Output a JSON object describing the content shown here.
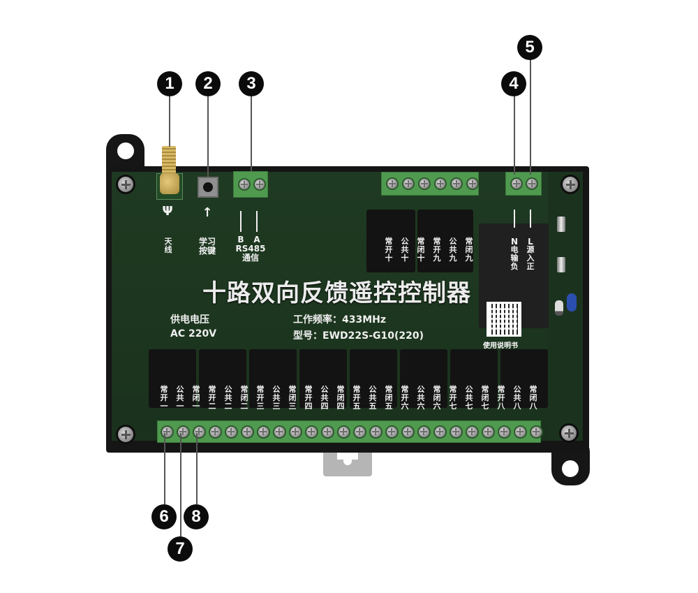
{
  "product": {
    "title": "十路双向反馈遥控控制器",
    "supply_label": "供电电压",
    "supply_value": "AC 220V",
    "frequency": "工作频率：433MHz",
    "model": "型号：EWD22S-G10(220)",
    "qr_label": "使用说明书"
  },
  "top_labels": {
    "antenna": "天线",
    "learn_key": "学习按键",
    "rs485_b": "B",
    "rs485_a": "A",
    "rs485": "RS485",
    "rs485_comm": "通信",
    "power_n": "N",
    "power_l": "L",
    "power_n_text": "电输负",
    "power_l_text": "源入正"
  },
  "top_relay_labels": [
    "常开十",
    "公共十",
    "常闭十",
    "常开九",
    "公共九",
    "常闭九"
  ],
  "bottom_relay_labels": [
    "常开一",
    "公共一",
    "常闭一",
    "常开二",
    "公共二",
    "常闭二",
    "常开三",
    "公共三",
    "常闭三",
    "常开四",
    "公共四",
    "常闭四",
    "常开五",
    "公共五",
    "常闭五",
    "常开六",
    "公共六",
    "常闭六",
    "常开七",
    "公共七",
    "常闭七",
    "常开八",
    "公共八",
    "常闭八"
  ],
  "callouts": [
    "1",
    "2",
    "3",
    "4",
    "5",
    "6",
    "7",
    "8"
  ],
  "colors": {
    "pcb": "#1d361f",
    "terminal": "#4f9a4f",
    "enclosure": "#151515",
    "callout": "#0b0b0b"
  }
}
